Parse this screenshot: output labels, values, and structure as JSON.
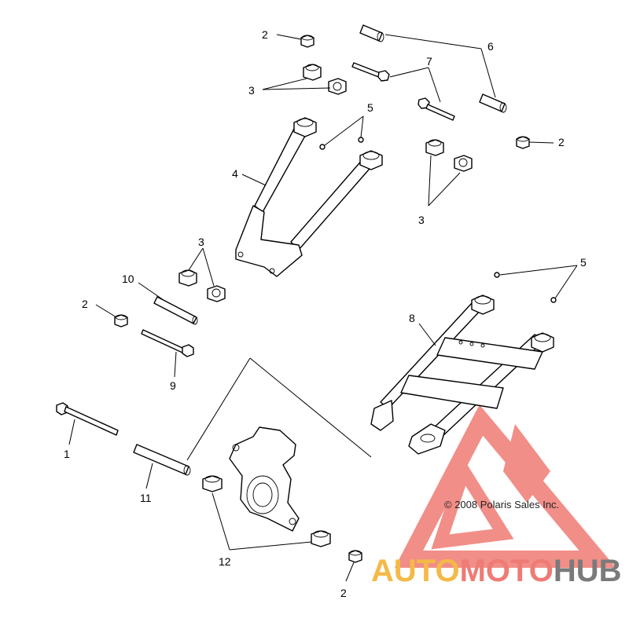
{
  "callouts": {
    "c1": "1",
    "c2a": "2",
    "c2b": "2",
    "c2c": "2",
    "c2d": "2",
    "c3a": "3",
    "c3b": "3",
    "c3c": "3",
    "c4": "4",
    "c5a": "5",
    "c5b": "5",
    "c6": "6",
    "c7": "7",
    "c8": "8",
    "c9": "9",
    "c10": "10",
    "c11": "11",
    "c12": "12"
  },
  "copyright": "© 2008 Polaris Sales Inc.",
  "watermark": {
    "word_part1": "AUTO",
    "word_part2": "MOTO",
    "word_part3": "HUB",
    "color_orange": "#f5b947",
    "color_red": "#ef7b74",
    "color_gray": "#7a7a7a"
  }
}
